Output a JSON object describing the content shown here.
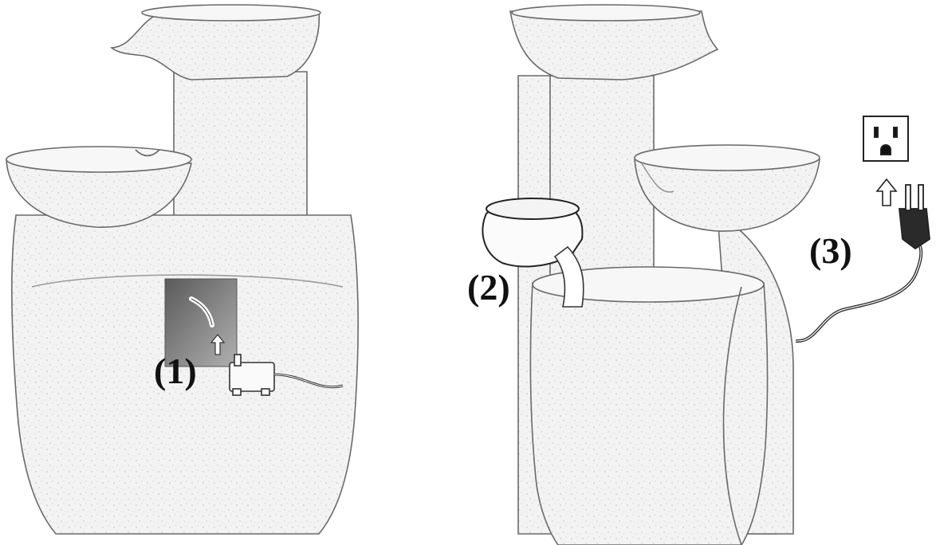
{
  "figure": {
    "steps": [
      {
        "label": "(1)",
        "icon": "pump-icon"
      },
      {
        "label": "(2)",
        "icon": "water-pitcher-icon"
      },
      {
        "label": "(3)",
        "icon": "power-plug-icon"
      }
    ],
    "outlet_icon": "wall-outlet-icon",
    "colors": {
      "line": "#5a5a5a",
      "stone": "#f1f1f1",
      "stone_shade": "#e2e2e2",
      "text": "#111111",
      "pump_panel": "#6e6e6e"
    }
  }
}
